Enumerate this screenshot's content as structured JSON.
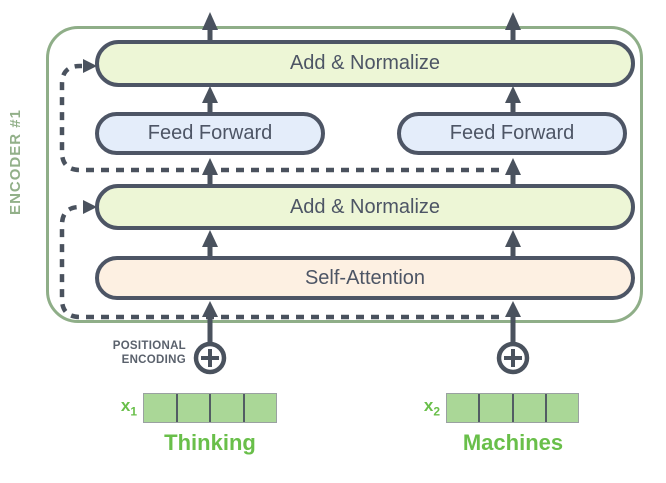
{
  "diagram": {
    "encoder_label": "ENCODER #1",
    "boxes": {
      "add_normalize_top": "Add & Normalize",
      "feed_forward_left": "Feed Forward",
      "feed_forward_right": "Feed Forward",
      "add_normalize_mid": "Add & Normalize",
      "self_attention": "Self-Attention"
    },
    "positional_encoding": {
      "line1": "POSITIONAL",
      "line2": "ENCODING"
    },
    "plus_symbol": "+",
    "inputs": [
      {
        "var": "x",
        "sub": "1",
        "token": "Thinking",
        "cells": 4
      },
      {
        "var": "x",
        "sub": "2",
        "token": "Machines",
        "cells": 4
      }
    ],
    "colors": {
      "frame_green": "#8fae88",
      "encoder_label_green": "#92b089",
      "dark_slate": "#4d5565",
      "arrow_slate": "#4a525e",
      "add_normalize_fill": "#edf6d6",
      "feed_forward_fill": "#e4edfa",
      "self_attention_fill": "#fdf0e2",
      "token_green": "#69bf4a",
      "vector_fill": "#aad797"
    }
  }
}
